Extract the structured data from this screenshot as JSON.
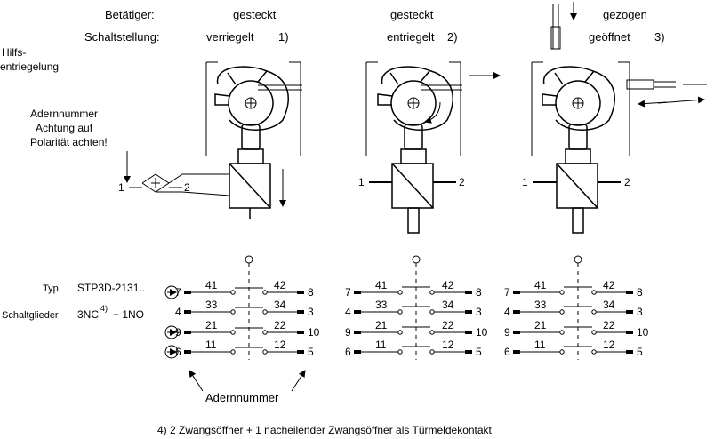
{
  "header": {
    "actuator_label": "Betätiger:",
    "switch_state_label": "Schaltstellung:",
    "col1_actuator": "gesteckt",
    "col1_state": "verriegelt",
    "col1_note": "1)",
    "col2_actuator": "gesteckt",
    "col2_state": "entriegelt",
    "col2_note": "2)",
    "col3_actuator": "gezogen",
    "col3_state": "geöffnet",
    "col3_note": "3)"
  },
  "left_labels": {
    "aux_release_line1": "Hilfs-",
    "aux_release_line2": "entriegelung",
    "wire_no": "Adernnummer",
    "polarity_line1": "Achtung auf",
    "polarity_line2": "Polarität achten!"
  },
  "coil_terminals": {
    "left": "1",
    "right": "2"
  },
  "type_info": {
    "type_label": "Typ",
    "type_value": "STP3D-2131..",
    "contacts_label": "Schaltglieder",
    "contacts_value_a": "3NC",
    "contacts_sup": "4)",
    "contacts_value_b": "+ 1NO"
  },
  "contacts": {
    "left_numbers": [
      "7",
      "4",
      "9",
      "6"
    ],
    "right_numbers": [
      "8",
      "3",
      "10",
      "5"
    ],
    "left_ids": [
      "41",
      "33",
      "21",
      "11"
    ],
    "right_ids": [
      "42",
      "34",
      "22",
      "12"
    ]
  },
  "bottom_label": "Adernnummer",
  "footnote": "4) 2 Zwangsöffner + 1 nacheilender Zwangsöffner als Türmeldekontakt"
}
